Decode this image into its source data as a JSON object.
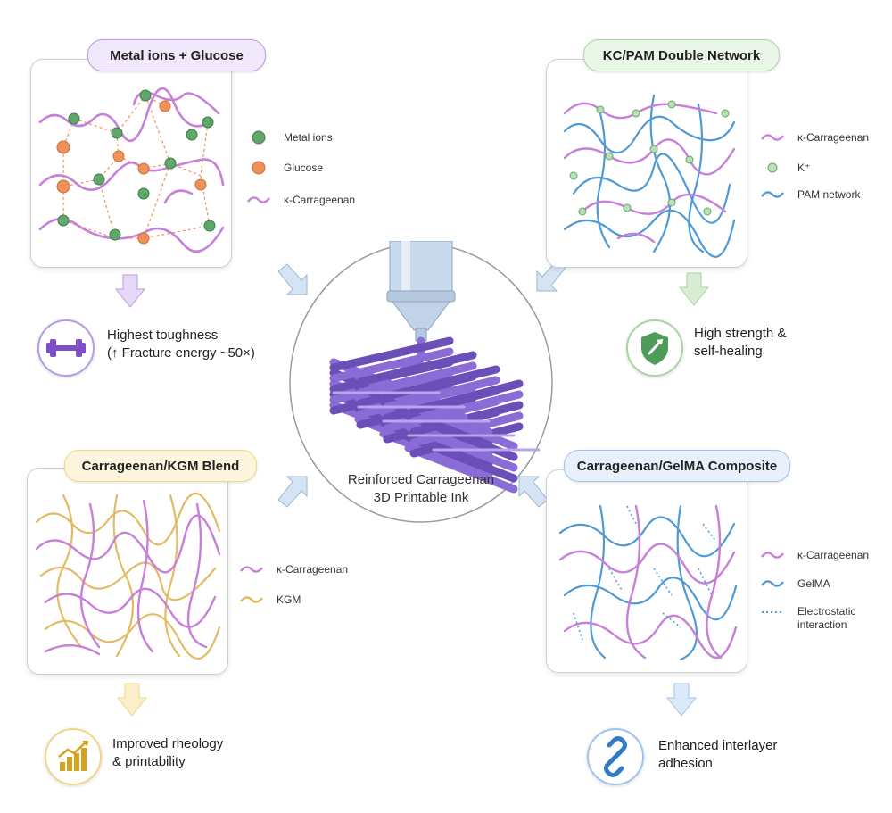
{
  "center": {
    "title_line1": "Reinforced Carrageenan",
    "title_line2": "3D Printable Ink"
  },
  "panels": {
    "top_left": {
      "title": "Metal ions + Glucose",
      "accent": "#b79be0",
      "legend": [
        "Metal ions",
        "Glucose",
        "κ-Carrageenan"
      ],
      "outcome_line1": "Highest toughness",
      "outcome_line2": "(↑ Fracture energy ~50×)",
      "icon": "dumbbell-icon"
    },
    "top_right": {
      "title": "KC/PAM Double Network",
      "accent": "#a8d5a0",
      "legend": [
        "κ-Carrageenan",
        "K⁺",
        "PAM network"
      ],
      "outcome_line1": "High strength &",
      "outcome_line2": "self-healing",
      "icon": "shield-icon"
    },
    "bottom_left": {
      "title": "Carrageenan/KGM Blend",
      "accent": "#f0d58a",
      "legend": [
        "κ-Carrageenan",
        "KGM"
      ],
      "outcome_line1": "Improved rheology",
      "outcome_line2": "& printability",
      "icon": "bar-chart-icon"
    },
    "bottom_right": {
      "title": "Carrageenan/GelMA Composite",
      "accent": "#9fc3ec",
      "legend": [
        "κ-Carrageenan",
        "GelMA",
        "Electrostatic",
        "interaction"
      ],
      "outcome_line1": "Enhanced interlayer",
      "outcome_line2": "adhesion",
      "icon": "link-icon"
    }
  },
  "colors": {
    "carrageenan": "#c77fd9",
    "metal_ion": "#5fa86a",
    "glucose": "#f0915a",
    "pam": "#4f9ad6",
    "kgm": "#e1b85e",
    "gelma": "#4f9ad6",
    "ink": "#8b6bd6"
  }
}
